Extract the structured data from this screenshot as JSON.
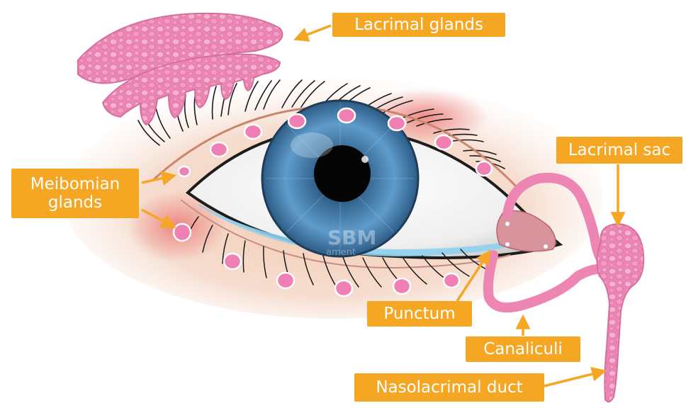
{
  "labels": {
    "lacrimal_glands": "Lacrimal glands",
    "lacrimal_sac": "Lacrimal sac",
    "meibomian_line1": "Meibomian",
    "meibomian_line2": "glands",
    "punctum": "Punctum",
    "canaliculi": "Canaliculi",
    "nasolacrimal_duct": "Nasolacrimal duct"
  },
  "watermark": {
    "logo": "SBM",
    "sub": "ament"
  },
  "colors": {
    "label_bg": "#f5a623",
    "label_text": "#ffffff",
    "arrow": "#f5a623",
    "gland_pink": "#ee86b4",
    "gland_stroke": "#d46a9c",
    "iris_blue": "#3d79a8",
    "tear_blue": "#8fd0ee"
  }
}
